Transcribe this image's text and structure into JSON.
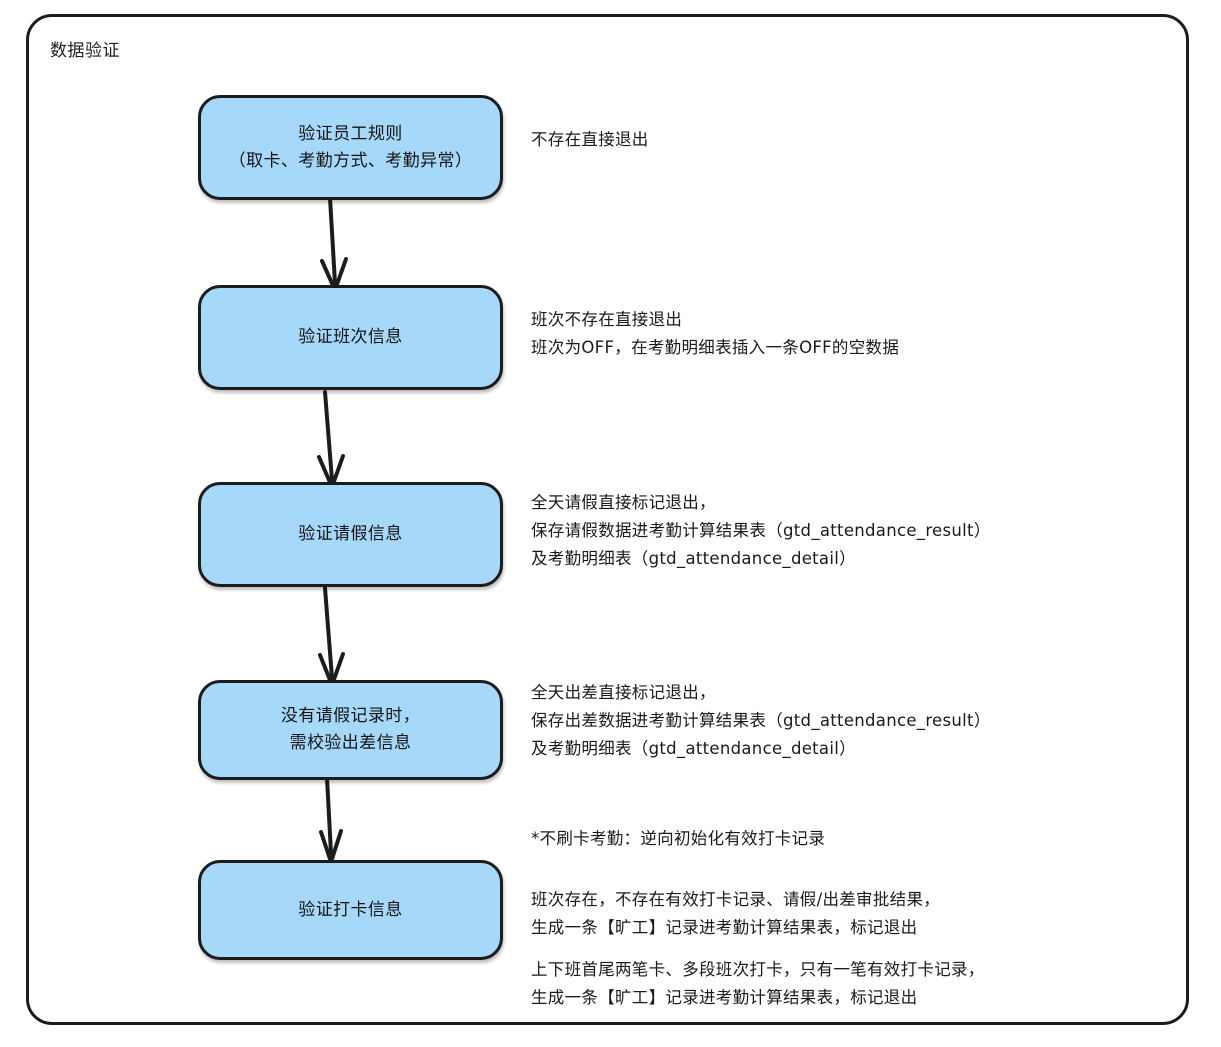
{
  "diagram": {
    "title": "数据验证",
    "colors": {
      "node_fill": "#a5d8f9",
      "stroke": "#1c1c1c",
      "text": "#141414",
      "background": "#ffffff"
    },
    "nodes": [
      {
        "id": "validate-employee-rules",
        "label": "验证员工规则\n（取卡、考勤方式、考勤异常）",
        "note": "不存在直接退出"
      },
      {
        "id": "validate-shift-info",
        "label": "验证班次信息",
        "note": "班次不存在直接退出\n班次为OFF，在考勤明细表插入一条OFF的空数据"
      },
      {
        "id": "validate-leave-info",
        "label": "验证请假信息",
        "note": "全天请假直接标记退出，\n保存请假数据进考勤计算结果表（gtd_attendance_result）\n及考勤明细表（gtd_attendance_detail）"
      },
      {
        "id": "validate-business-trip-info",
        "label": "没有请假记录时，\n需校验出差信息",
        "note": "全天出差直接标记退出，\n保存出差数据进考勤计算结果表（gtd_attendance_result）\n及考勤明细表（gtd_attendance_detail）"
      },
      {
        "id": "validate-punch-info",
        "label": "验证打卡信息",
        "note_top": "*不刷卡考勤：逆向初始化有效打卡记录",
        "note_middle": "班次存在，不存在有效打卡记录、请假/出差审批结果，\n生成一条【旷工】记录进考勤计算结果表，标记退出",
        "note_bottom": "上下班首尾两笔卡、多段班次打卡，只有一笔有效打卡记录，\n生成一条【旷工】记录进考勤计算结果表，标记退出"
      }
    ],
    "connectors": [
      {
        "id": "arrow-1",
        "from": "validate-employee-rules",
        "to": "validate-shift-info"
      },
      {
        "id": "arrow-2",
        "from": "validate-shift-info",
        "to": "validate-leave-info"
      },
      {
        "id": "arrow-3",
        "from": "validate-leave-info",
        "to": "validate-business-trip-info"
      },
      {
        "id": "arrow-4",
        "from": "validate-business-trip-info",
        "to": "validate-punch-info"
      }
    ]
  }
}
